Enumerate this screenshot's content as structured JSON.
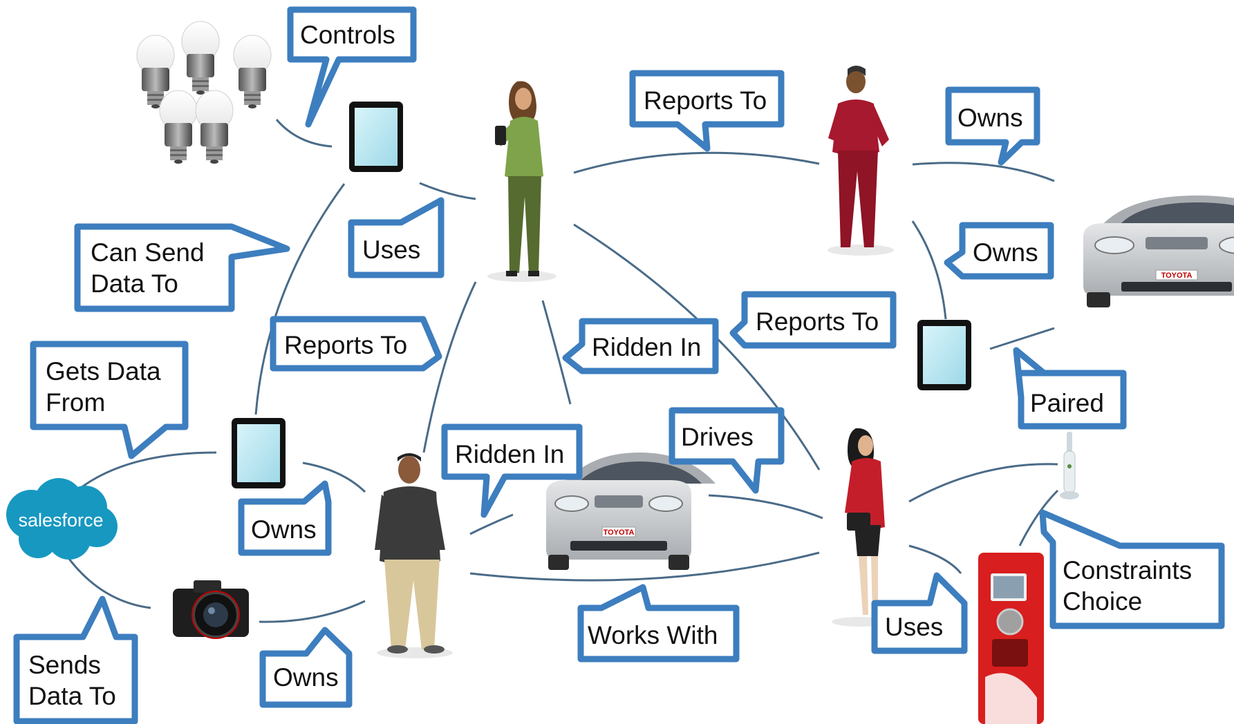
{
  "colors": {
    "callout_border": "#3d7ebf",
    "callout_fill": "#ffffff",
    "connector": "#4a6b88",
    "salesforce_blue": "#1798c1",
    "tablet_screen": "#bfe9f3",
    "car_silver": "#bfc3c7",
    "vending_red": "#d81e1e"
  },
  "brand": {
    "salesforce": "salesforce"
  },
  "devices": {
    "car_badge": "TOYOTA"
  },
  "labels": {
    "controls": "Controls",
    "uses_phone": "Uses",
    "can_send_line1": "Can Send",
    "can_send_line2": "Data To",
    "gets_data_line1": "Gets Data",
    "gets_data_line2": "From",
    "reports_to_left": "Reports To",
    "ridden_in_center": "Ridden In",
    "reports_to_top": "Reports To",
    "owns_top_right": "Owns",
    "owns_mid_right": "Owns",
    "reports_to_mid": "Reports To",
    "paired": "Paired",
    "ridden_in_car": "Ridden In",
    "drives": "Drives",
    "owns_tablet": "Owns",
    "owns_camera": "Owns",
    "sends_line1": "Sends",
    "sends_line2": "Data To",
    "works_with": "Works With",
    "uses_vending": "Uses",
    "constraints_line1": "Constraints",
    "constraints_line2": "Choice"
  }
}
